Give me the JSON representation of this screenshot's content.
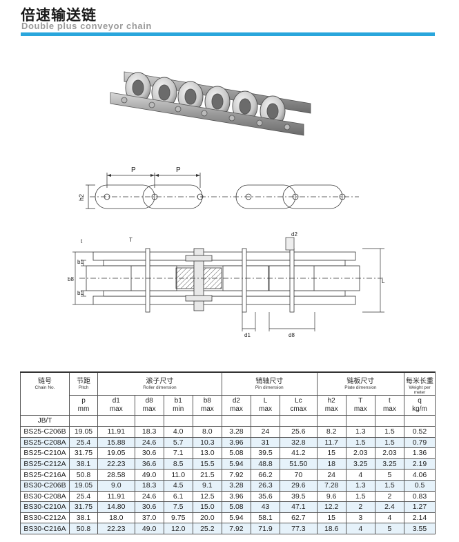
{
  "header": {
    "title_cn": "倍速输送链",
    "title_en": "Double plus conveyor chain",
    "accent_color": "#29a6dc"
  },
  "diagram": {
    "top_view": {
      "p_label_1": "P",
      "p_label_2": "P",
      "h2_label": "h2"
    },
    "side_view": {
      "t_label": "t",
      "T_label": "T",
      "b1_label_top": "b1",
      "b1_label_bottom": "b1",
      "b8_label": "b8",
      "d2_label": "d2",
      "L_label": "L",
      "d1_label": "d1",
      "d8_label": "d8"
    }
  },
  "table": {
    "groups": {
      "chain_no_cn": "链号",
      "chain_no_en": "Chain No.",
      "pitch_cn": "节距",
      "pitch_en": "Pitch",
      "roller_cn": "滚子尺寸",
      "roller_en": "Roller dimension",
      "pin_cn": "销轴尺寸",
      "pin_en": "Pin dimension",
      "plate_cn": "链板尺寸",
      "plate_en": "Plate dimension",
      "weight_cn": "每米长重",
      "weight_en": "Weight per meter"
    },
    "sub_headers": {
      "p": "p",
      "p_unit": "mm",
      "d1": "d1",
      "d1_unit": "max",
      "d8": "d8",
      "d8_unit": "max",
      "b1": "b1",
      "b1_unit": "min",
      "b8": "b8",
      "b8_unit": "max",
      "d2": "d2",
      "d2_unit": "max",
      "L": "L",
      "L_unit": "max",
      "Lc": "Lc",
      "Lc_unit": "cmax",
      "h2": "h2",
      "h2_unit": "max",
      "T": "T",
      "T_unit": "max",
      "t": "t",
      "t_unit": "max",
      "q": "q",
      "q_unit": "kg/m",
      "jbt": "JB/T"
    },
    "rows": [
      [
        "BS25-C206B",
        "19.05",
        "11.91",
        "18.3",
        "4.0",
        "8.0",
        "3.28",
        "24",
        "25.6",
        "8.2",
        "1.3",
        "1.5",
        "0.52"
      ],
      [
        "BS25-C208A",
        "25.4",
        "15.88",
        "24.6",
        "5.7",
        "10.3",
        "3.96",
        "31",
        "32.8",
        "11.7",
        "1.5",
        "1.5",
        "0.79"
      ],
      [
        "BS25-C210A",
        "31.75",
        "19.05",
        "30.6",
        "7.1",
        "13.0",
        "5.08",
        "39.5",
        "41.2",
        "15",
        "2.03",
        "2.03",
        "1.36"
      ],
      [
        "BS25-C212A",
        "38.1",
        "22.23",
        "36.6",
        "8.5",
        "15.5",
        "5.94",
        "48.8",
        "51.50",
        "18",
        "3.25",
        "3.25",
        "2.19"
      ],
      [
        "BS25-C216A",
        "50.8",
        "28.58",
        "49.0",
        "11.0",
        "21.5",
        "7.92",
        "66.2",
        "70",
        "24",
        "4",
        "5",
        "4.06"
      ],
      [
        "BS30-C206B",
        "19.05",
        "9.0",
        "18.3",
        "4.5",
        "9.1",
        "3.28",
        "26.3",
        "29.6",
        "7.28",
        "1.3",
        "1.5",
        "0.5"
      ],
      [
        "BS30-C208A",
        "25.4",
        "11.91",
        "24.6",
        "6.1",
        "12.5",
        "3.96",
        "35.6",
        "39.5",
        "9.6",
        "1.5",
        "2",
        "0.83"
      ],
      [
        "BS30-C210A",
        "31.75",
        "14.80",
        "30.6",
        "7.5",
        "15.0",
        "5.08",
        "43",
        "47.1",
        "12.2",
        "2",
        "2.4",
        "1.27"
      ],
      [
        "BS30-C212A",
        "38.1",
        "18.0",
        "37.0",
        "9.75",
        "20.0",
        "5.94",
        "58.1",
        "62.7",
        "15",
        "3",
        "4",
        "2.14"
      ],
      [
        "BS30-C216A",
        "50.8",
        "22.23",
        "49.0",
        "12.0",
        "25.2",
        "7.92",
        "71.9",
        "77.3",
        "18.6",
        "4",
        "5",
        "3.55"
      ]
    ]
  }
}
